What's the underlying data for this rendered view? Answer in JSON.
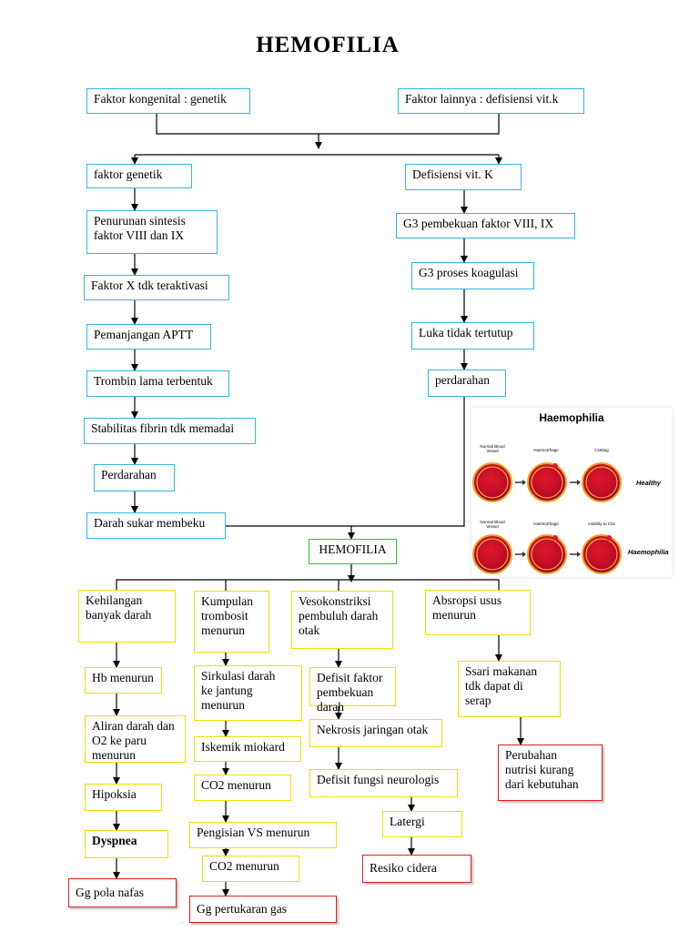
{
  "title": "HEMOFILIA",
  "nodes": {
    "kongenital": "Faktor kongenital : genetik",
    "lainnya": "Faktor lainnya : defisiensi vit.k",
    "genetik": "faktor genetik",
    "defvitk": "Defisiensi vit. K",
    "penurunan": "Penurunan sintesis\nfaktor VIII dan IX",
    "g3bekuan": "G3 pembekuan faktor VIII, IX",
    "faktorx": "Faktor X tdk teraktivasi",
    "g3koag": "G3 proses koagulasi",
    "aptt": "Pemanjangan APTT",
    "luka": "Luka tidak tertutup",
    "trombin": "Trombin lama terbentuk",
    "perdarahan_r": "perdarahan",
    "stabilitas": "Stabilitas fibrin tdk memadai",
    "perdarahan_l": "Perdarahan",
    "darah": "Darah sukar membeku",
    "hemofilia": "HEMOFILIA",
    "kehilangan": "Kehilangan\nbanyak darah",
    "kumpulan": "Kumpulan\ntrombosit\nmenurun",
    "vaso": "Vesokonstriksi\npembuluh darah\notak",
    "absropsi": "Absropsi usus\nmenurun",
    "hb": "Hb menurun",
    "sirkulasi": "Sirkulasi darah\nke jantung\nmenurun",
    "defisit_faktor": "Defisit faktor\npembekuan darah",
    "ssari": "Ssari makanan\ntdk dapat di\nserap",
    "aliran": "Aliran darah dan\nO2 ke paru\nmenurun",
    "iskemik": "Iskemik miokard",
    "nekrosis": "Nekrosis jaringan otak",
    "perubahan": "Perubahan\nnutrisi kurang\ndari kebutuhan",
    "hipoksia": "Hipoksia",
    "co2a": "CO2 menurun",
    "defisit_neuro": "Defisit fungsi neurologis",
    "dyspnea": "Dyspnea",
    "pengisian": "Pengisian VS menurun",
    "latergi": "Latergi",
    "co2b": "CO2 menurun",
    "resiko": "Resiko cidera",
    "polanafas": "Gg  pola nafas",
    "pertukaran": "Gg  pertukaran gas"
  },
  "illustration": {
    "title": "Haemophilia",
    "rows": [
      {
        "label": "Healthy",
        "stages": [
          "Normal Blood Vessel",
          "Haemorrhage",
          "Clotting"
        ]
      },
      {
        "label": "Haemophilia",
        "stages": [
          "Normal Blood Vessel",
          "Haemorrhage",
          "Inability to Clot"
        ]
      }
    ],
    "colors": {
      "vessel": "#c8102e",
      "rim": "#f0a020",
      "arrow": "#333333"
    }
  }
}
